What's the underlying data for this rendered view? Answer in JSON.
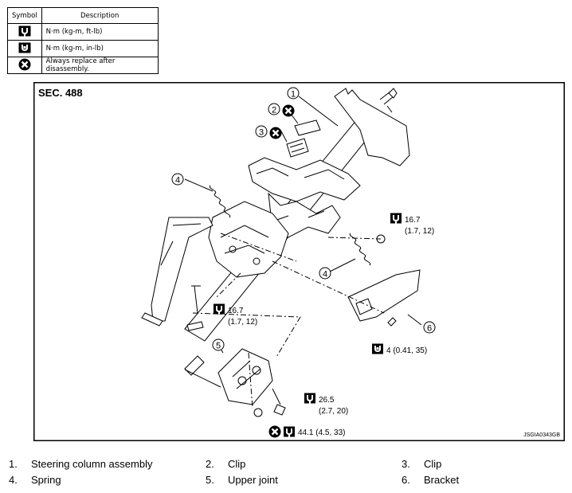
{
  "legend": {
    "headers": {
      "symbol": "Symbol",
      "description": "Description"
    },
    "rows": [
      {
        "icon": "torque-ftlb-icon",
        "text": "N·m (kg-m, ft-lb)"
      },
      {
        "icon": "torque-inlb-icon",
        "text": "N·m (kg-m, in-lb)"
      },
      {
        "icon": "always-replace-icon",
        "text": "Always replace after disassembly."
      }
    ]
  },
  "diagram": {
    "section": "SEC. 488",
    "figure_code": "JSGIA0343GB",
    "callouts": [
      "1",
      "2",
      "3",
      "4",
      "4",
      "5",
      "6"
    ],
    "torques": [
      {
        "icon": "torque-ftlb-icon",
        "value": "16.7",
        "sub": "(1.7, 12)"
      },
      {
        "icon": "torque-ftlb-icon",
        "value": "16.7",
        "sub": "(1.7, 12)"
      },
      {
        "icon": "torque-inlb-icon",
        "value": "4 (0.41, 35)"
      },
      {
        "icon": "torque-ftlb-icon",
        "value": "26.5",
        "sub": "(2.7, 20)"
      },
      {
        "icon": "torque-ftlb-icon",
        "value": "44.1 (4.5, 33)"
      }
    ]
  },
  "parts": [
    {
      "num": "1.",
      "name": "Steering column assembly"
    },
    {
      "num": "2.",
      "name": "Clip"
    },
    {
      "num": "3.",
      "name": "Clip"
    },
    {
      "num": "4.",
      "name": "Spring"
    },
    {
      "num": "5.",
      "name": "Upper joint"
    },
    {
      "num": "6.",
      "name": "Bracket"
    }
  ]
}
